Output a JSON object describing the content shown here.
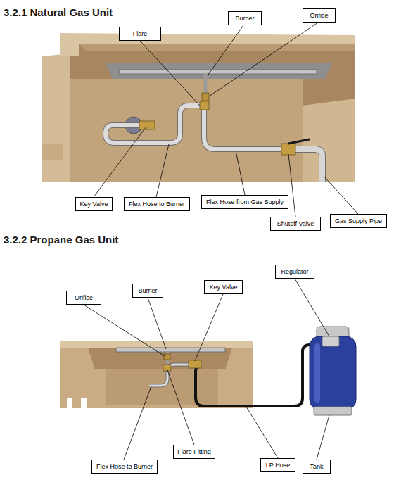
{
  "diagram": {
    "nodes": [
      {
        "text": [
          "Burner"
        ]
      },
      {
        "text": [
          "Orifice"
        ]
      },
      {
        "text": [
          "Flare"
        ]
      },
      {
        "text": [
          "Key Valve"
        ]
      },
      {
        "text": [
          "Flex Hose to Burner"
        ]
      },
      {
        "text": [
          "Flex Hose from Gas Supply"
        ]
      },
      {
        "text": [
          "Shutoff Valve"
        ]
      },
      {
        "text": [
          "Gas Supply Pipe"
        ]
      },
      {
        "text": [
          "Regulator"
        ]
      },
      {
        "text": [
          "Orifice"
        ]
      },
      {
        "text": [
          "Burner"
        ]
      },
      {
        "text": [
          "Key Valve"
        ]
      },
      {
        "text": [
          "Flare Fitting"
        ]
      },
      {
        "text": [
          "Flex Hose to Burner"
        ]
      },
      {
        "text": [
          "LP Hose"
        ]
      },
      {
        "text": [
          "Tank"
        ]
      }
    ],
    "labels": [
      "3.2.1 Natural Gas Unit",
      "3.2.2 Propane Gas Unit"
    ]
  }
}
